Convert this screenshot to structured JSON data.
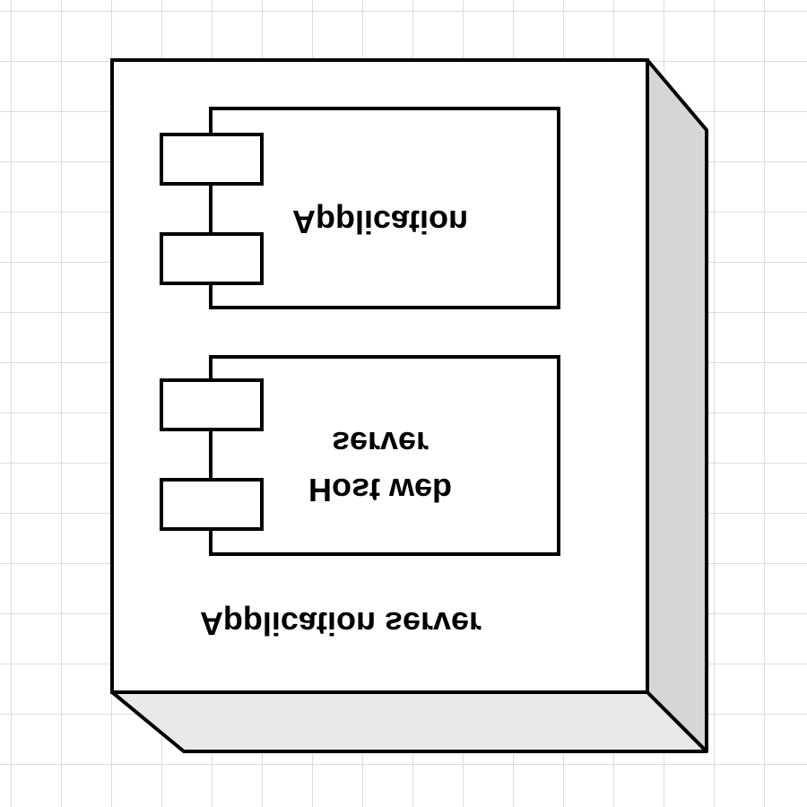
{
  "node": {
    "label": "Application server"
  },
  "components": [
    {
      "label_lines": [
        "Application"
      ]
    },
    {
      "label_lines": [
        "Host web",
        "server"
      ]
    }
  ]
}
